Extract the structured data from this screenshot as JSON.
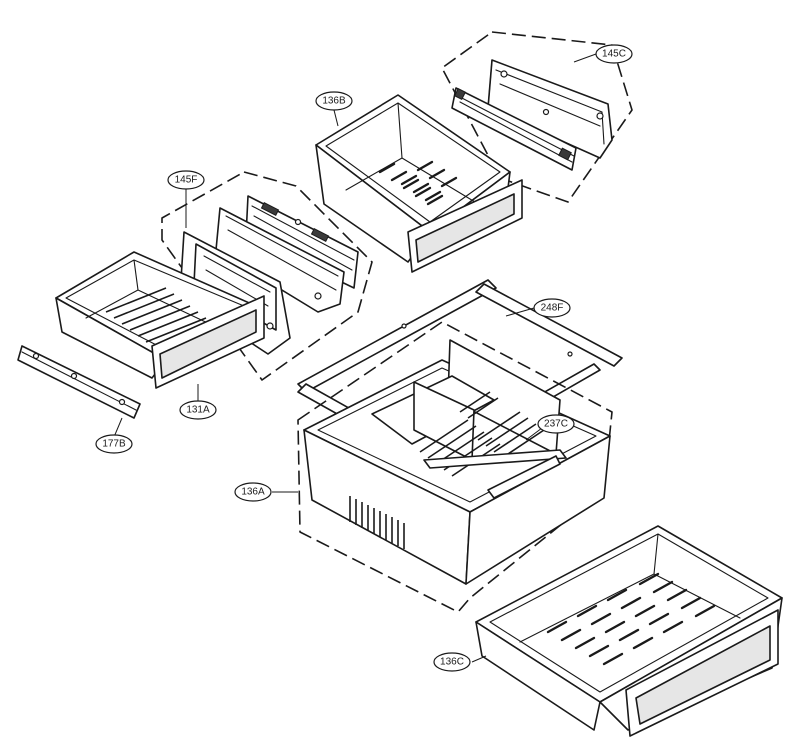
{
  "labels": {
    "p145C": "145C",
    "p136B": "136B",
    "p145F": "145F",
    "p248F": "248F",
    "p131A": "131A",
    "p177B": "177B",
    "p237C": "237C",
    "p136A": "136A",
    "p136C": "136C"
  }
}
